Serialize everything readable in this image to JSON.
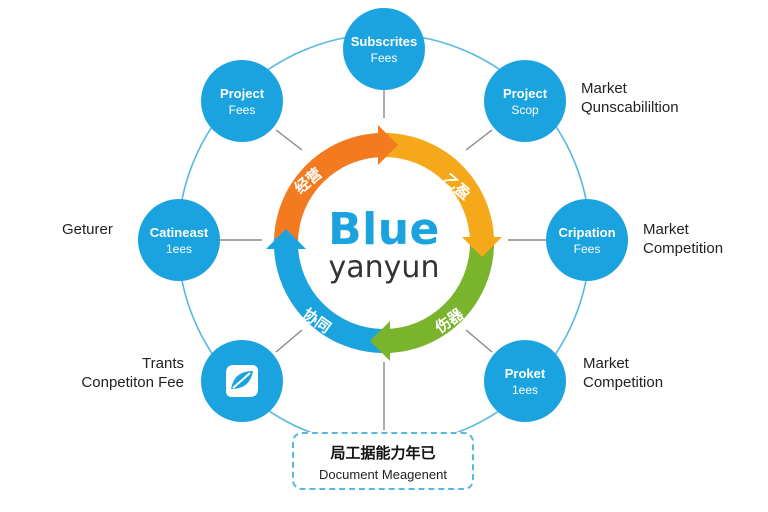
{
  "center": {
    "title": "Blue",
    "subtitle": "yanyun",
    "segments": [
      "经营",
      "乙盈",
      "协同",
      "伤器"
    ]
  },
  "nodes": [
    {
      "id": "top",
      "line1": "Subscrites",
      "line2": "Fees"
    },
    {
      "id": "upper-left",
      "line1": "Project",
      "line2": "Feeѕ"
    },
    {
      "id": "upper-right",
      "line1": "Project",
      "line2": "Scop"
    },
    {
      "id": "left",
      "line1": "Catineast",
      "line2": "1ees"
    },
    {
      "id": "right",
      "line1": "Cripation",
      "line2": "Fees"
    },
    {
      "id": "lower-left",
      "line1": "",
      "line2": ""
    },
    {
      "id": "lower-right",
      "line1": "Proket",
      "line2": "1ees"
    }
  ],
  "side_labels": {
    "upper_right": [
      "Market",
      "Qunscabililtion"
    ],
    "left": [
      "Geturer"
    ],
    "right": [
      "Market",
      "Competition"
    ],
    "lower_left": [
      "Trants",
      "Conpetiton Fee"
    ],
    "lower_right": [
      "Market",
      "Competition"
    ]
  },
  "document_box": {
    "title": "局工据能力年已",
    "subtitle": "Document Meagenent"
  },
  "colors": {
    "node": "#1aa3df",
    "outer_ring": "#57b8e0",
    "segment_orange": "#f37a1f",
    "segment_yellow": "#f6a81b",
    "segment_green": "#7ab42c",
    "segment_blue": "#1aa3df"
  }
}
